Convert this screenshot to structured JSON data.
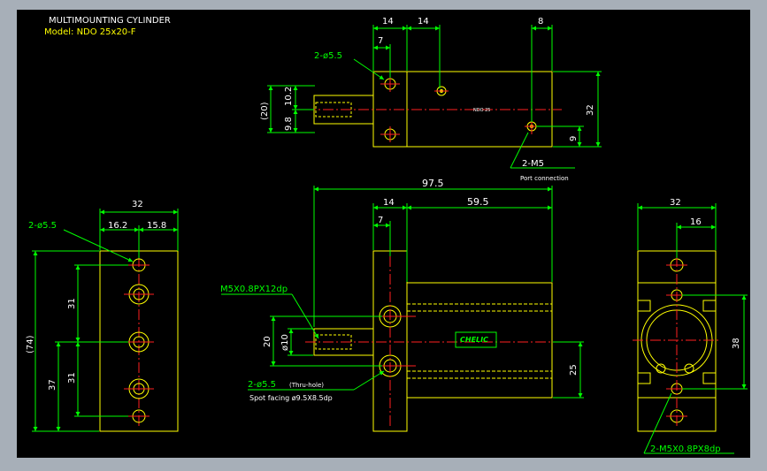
{
  "title": {
    "line1": "MULTIMOUNTING CYLINDER",
    "line2": "Model: NDO 25x20-F"
  },
  "colors": {
    "background": "#000000",
    "outline": "#ffff00",
    "dimension": "#00ff00",
    "centerline": "#ff2020",
    "text_white": "#ffffff"
  },
  "top_view": {
    "dims": [
      "14",
      "14",
      "8",
      "7",
      "32",
      "9"
    ],
    "vertical_dims": [
      "(20)",
      "10.2",
      "9.8"
    ],
    "hole_note": "2-ø5.5",
    "port_label": "2-M5",
    "port_note": "Port connection",
    "nameplate": "NDO 25"
  },
  "front_view": {
    "dims": [
      "97.5",
      "14",
      "59.5",
      "7"
    ],
    "vertical_dims": [
      "20",
      "ø10",
      "25"
    ],
    "thread_note": "M5X0.8PX12dp",
    "hole_note": "2-ø5.5",
    "thru_note": "(Thru-hole)",
    "spot_note": "Spot facing  ø9.5X8.5dp",
    "logo": "CHELIC"
  },
  "left_view": {
    "dims": [
      "32",
      "16.2",
      "15.8"
    ],
    "hole_note": "2-ø5.5",
    "vertical_dims": [
      "(74)",
      "37",
      "31",
      "31"
    ]
  },
  "right_view": {
    "dims": [
      "32",
      "16"
    ],
    "vertical_dims": [
      "38"
    ],
    "thread_note": "2-M5X0.8PX8dp"
  }
}
